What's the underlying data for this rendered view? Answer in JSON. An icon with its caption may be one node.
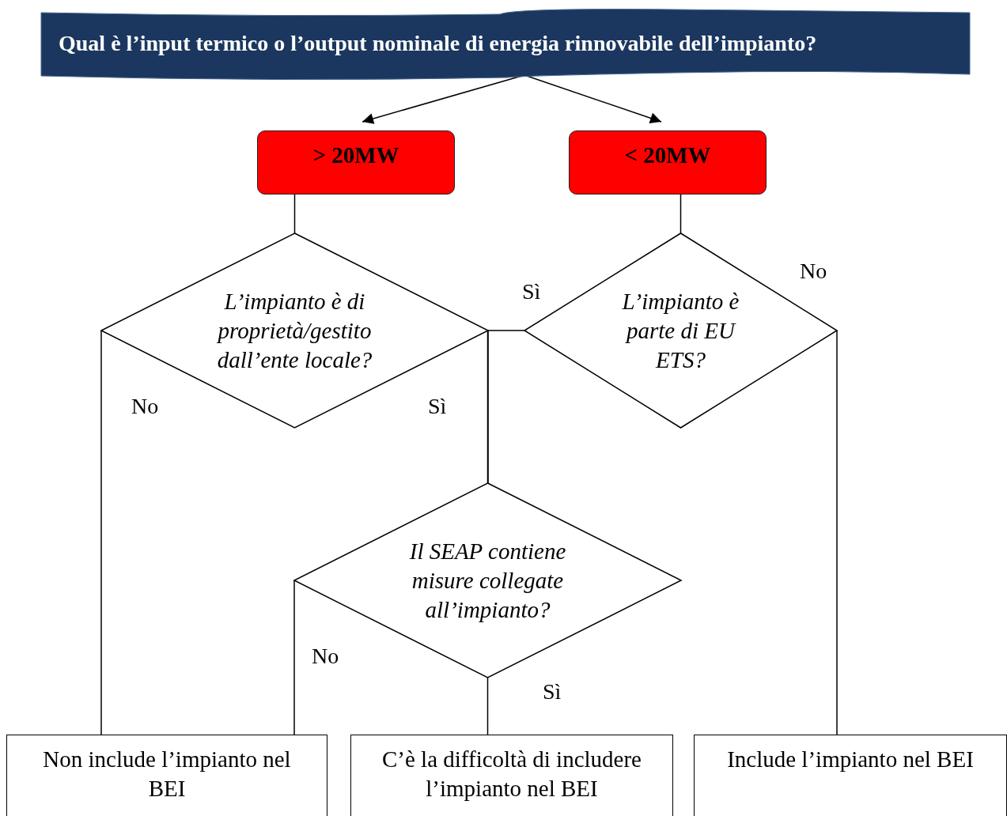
{
  "diagram": {
    "nodes": [
      {
        "text": [
          "Qual è l’input termico o l’output nominale di energia rinnovabile dell’impianto?"
        ]
      },
      {
        "text": [
          "> 20MW"
        ]
      },
      {
        "text": [
          "< 20MW"
        ]
      },
      {
        "text": [
          "L’impianto è di proprietà/gestito dall’ente locale?"
        ]
      },
      {
        "text": [
          "L’impianto è parte di EU ETS?"
        ]
      },
      {
        "text": [
          "Il SEAP contiene misure collegate all’impianto?"
        ]
      },
      {
        "text": [
          "Non include l’impianto nel BEI"
        ]
      },
      {
        "text": [
          "C’è la difficoltà di includere l’impianto nel BEI"
        ]
      },
      {
        "text": [
          "Include l’impianto nel BEI"
        ]
      }
    ],
    "edges": [
      {
        "from": 0,
        "to": 1,
        "arrow": "to"
      },
      {
        "from": 0,
        "to": 2,
        "arrow": "to"
      },
      {
        "from": 1,
        "to": 3,
        "arrow": "none"
      },
      {
        "from": 2,
        "to": 4,
        "arrow": "none"
      },
      {
        "from": 3,
        "to": 6,
        "arrow": "none",
        "label": "No"
      },
      {
        "from": 3,
        "to": 5,
        "arrow": "none",
        "label": "Sì"
      },
      {
        "from": 4,
        "to": 5,
        "arrow": "none",
        "label": "Sì"
      },
      {
        "from": 4,
        "to": 8,
        "arrow": "none",
        "label": "No"
      },
      {
        "from": 5,
        "to": 6,
        "arrow": "none",
        "label": "No"
      },
      {
        "from": 5,
        "to": 7,
        "arrow": "none",
        "label": "Sì"
      }
    ]
  }
}
